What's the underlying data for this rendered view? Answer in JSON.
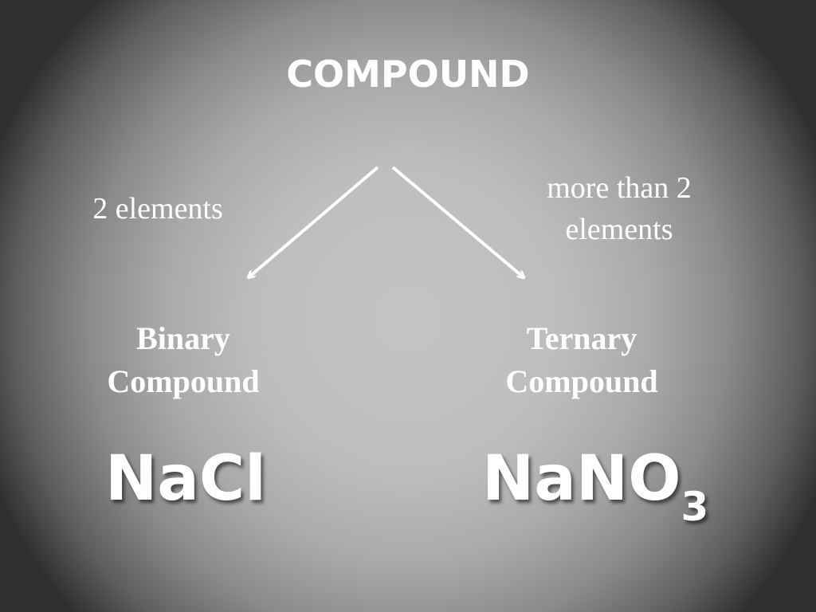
{
  "title": "COMPOUND",
  "branches": {
    "left": {
      "condition": "2 elements",
      "name_line1": "Binary",
      "name_line2": "Compound",
      "formula": "NaCl"
    },
    "right": {
      "condition_line1": "more than 2",
      "condition_line2": "elements",
      "name_line1": "Ternary",
      "name_line2": "Compound",
      "formula_main": "NaNO",
      "formula_subscript": "3"
    }
  },
  "colors": {
    "text": "#ffffff",
    "arrow": "#ffffff"
  }
}
